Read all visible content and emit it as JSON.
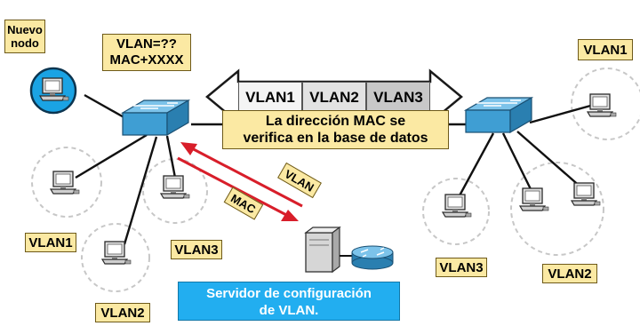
{
  "new_node": {
    "label_line1": "Nuevo",
    "label_line2": "nodo"
  },
  "query": {
    "line1": "VLAN=??",
    "line2": "MAC+XXXX"
  },
  "trunk": {
    "segments": [
      "VLAN1",
      "VLAN2",
      "VLAN3"
    ]
  },
  "mac_check": {
    "line1": "La dirección MAC se",
    "line2": "verifica en la base de datos"
  },
  "messages": {
    "to_server": "MAC",
    "from_server": "VLAN"
  },
  "server": {
    "line1": "Servidor de configuración",
    "line2": "de VLAN."
  },
  "left_labels": {
    "vlan1": "VLAN1",
    "vlan2": "VLAN2",
    "vlan3": "VLAN3"
  },
  "right_labels": {
    "vlan1": "VLAN1",
    "vlan2": "VLAN2",
    "vlan3": "VLAN3"
  },
  "colors": {
    "label_fill": "#fbe9a3",
    "switch": "#3f9ed3",
    "server_caption": "#22aef0",
    "arrow": "#d81e2a",
    "new_node_circle": "#1aa3e4"
  },
  "icons": [
    "switch-icon",
    "pc-icon",
    "server-icon",
    "router-icon"
  ]
}
